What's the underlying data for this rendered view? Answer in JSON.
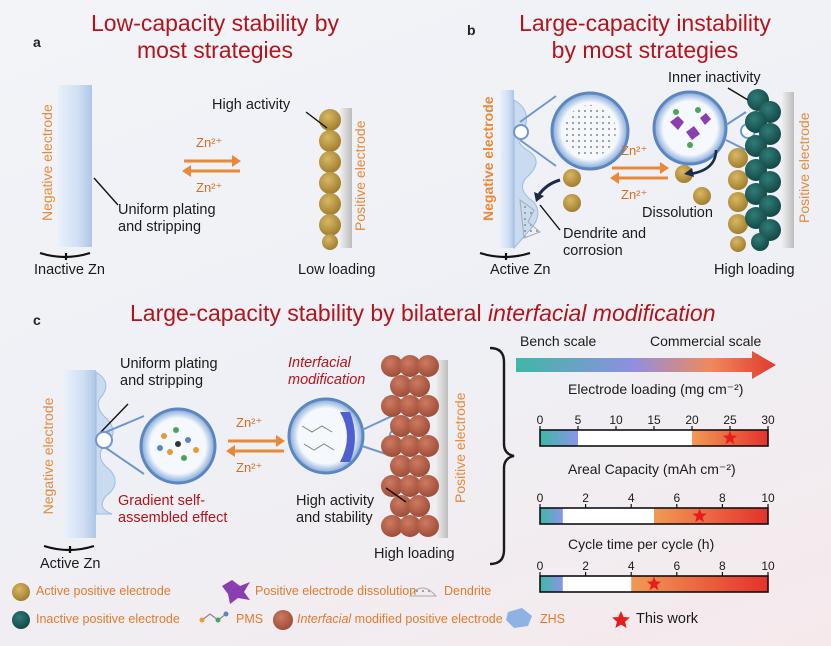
{
  "panel_a": {
    "letter": "a",
    "title_line1": "Low-capacity stability by",
    "title_line2": "most strategies",
    "negative_electrode": "Negative electrode",
    "positive_electrode": "Positive electrode",
    "high_activity": "High activity",
    "uniform_line1": "Uniform plating",
    "uniform_line2": "and stripping",
    "zn_top": "Zn²⁺",
    "zn_bottom": "Zn²⁺",
    "inactive_zn": "Inactive Zn",
    "low_loading": "Low loading"
  },
  "panel_b": {
    "letter": "b",
    "title_line1": "Large-capacity instability",
    "title_line2": "by most strategies",
    "negative_electrode": "Negative electrode",
    "positive_electrode": "Positive electrode",
    "inner_inactivity": "Inner inactivity",
    "zn_top": "Zn²⁺",
    "zn_bottom": "Zn²⁺",
    "dissolution": "Dissolution",
    "dendrite_line1": "Dendrite and",
    "dendrite_line2": "corrosion",
    "active_zn": "Active Zn",
    "high_loading": "High loading"
  },
  "panel_c": {
    "letter": "c",
    "title_prefix": "Large-capacity stability by bilateral ",
    "title_italic": "interfacial modification",
    "negative_electrode": "Negative electrode",
    "positive_electrode": "Positive electrode",
    "uniform_line1": "Uniform plating",
    "uniform_line2": "and stripping",
    "interfacial_line1": "Interfacial",
    "interfacial_line2": "modification",
    "zn_top": "Zn²⁺",
    "zn_bottom": "Zn²⁺",
    "gradient_line1": "Gradient self-",
    "gradient_line2": "assembled effect",
    "high_activity_line1": "High activity",
    "high_activity_line2": "and stability",
    "active_zn": "Active Zn",
    "high_loading": "High loading"
  },
  "scales": {
    "bench": "Bench scale",
    "commercial": "Commercial scale",
    "bars": [
      {
        "title": "Electrode loading (mg cm⁻²)",
        "ticks": [
          "0",
          "5",
          "10",
          "15",
          "20",
          "25",
          "30"
        ],
        "min": 0,
        "max": 30,
        "bench_end": 5,
        "commercial_start": 20,
        "this_work": 25
      },
      {
        "title": "Areal Capacity (mAh cm⁻²)",
        "ticks": [
          "0",
          "2",
          "4",
          "6",
          "8",
          "10"
        ],
        "min": 0,
        "max": 10,
        "bench_end": 1,
        "commercial_start": 5,
        "this_work": 7
      },
      {
        "title": "Cycle time per cycle (h)",
        "ticks": [
          "0",
          "2",
          "4",
          "6",
          "8",
          "10"
        ],
        "min": 0,
        "max": 10,
        "bench_end": 1,
        "commercial_start": 4,
        "this_work": 5
      }
    ]
  },
  "legend": {
    "active": "Active positive electrode",
    "dissolution": "Positive electrode dissolution",
    "dendrite": "Dendrite",
    "inactive": "Inactive positive electrode",
    "pms": "PMS",
    "modified_italic": "Interfacial",
    "modified_rest": " modified positive electrode",
    "zhs": "ZHS",
    "this_work": "This work"
  },
  "colors": {
    "title_red": "#b3141b",
    "orange": "#e8893a",
    "gold": "#b8923a",
    "teal": "#1f5e5b",
    "brick": "#b5614a",
    "star": "#e51d1d"
  }
}
